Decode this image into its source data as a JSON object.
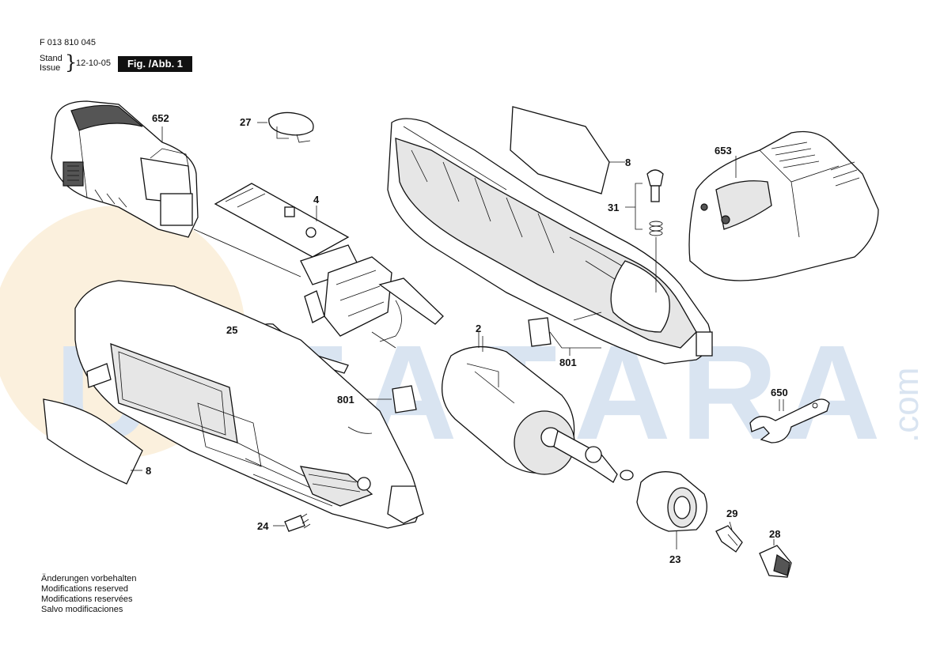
{
  "header": {
    "doc_number": "F 013 810 045",
    "stand_label": "Stand",
    "issue_label": "Issue",
    "brace": "}",
    "issue_date": "12-10-05",
    "figure_label": "Fig. /Abb. 1"
  },
  "watermark": {
    "letters": [
      "U",
      "S",
      "T",
      "A",
      "T",
      "A",
      "R",
      "A"
    ],
    "suffix": ".com",
    "color": "#d9e4f1"
  },
  "parts": {
    "p652": "652",
    "p27": "27",
    "p4": "4",
    "p8_top": "8",
    "p653": "653",
    "p31": "31",
    "p25": "25",
    "p2": "2",
    "p801_right": "801",
    "p801_left": "801",
    "p650": "650",
    "p8_bottom": "8",
    "p24": "24",
    "p29": "29",
    "p28": "28",
    "p23": "23"
  },
  "notes": {
    "de": "Änderungen vorbehalten",
    "en": "Modifications reserved",
    "fr": "Modifications reservées",
    "es": "Salvo modificaciones"
  }
}
